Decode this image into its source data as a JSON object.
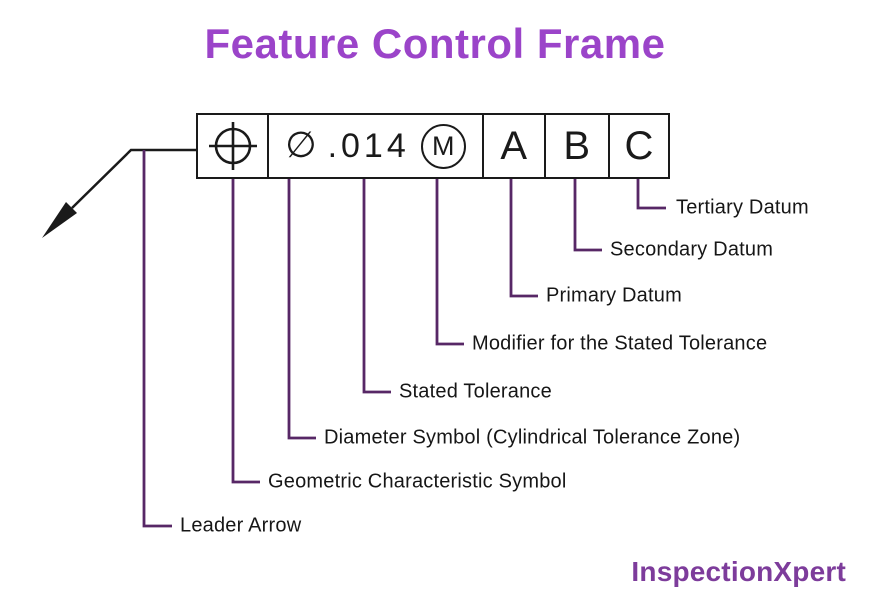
{
  "title": "Feature Control Frame",
  "frame": {
    "geometric_characteristic_symbol": "position-symbol",
    "diameter_symbol": "∅",
    "tolerance": ".014",
    "modifier": "M",
    "datums": [
      "A",
      "B",
      "C"
    ]
  },
  "callouts": [
    {
      "label": "Leader Arrow"
    },
    {
      "label": "Geometric Characteristic Symbol"
    },
    {
      "label": "Diameter Symbol (Cylindrical Tolerance Zone)"
    },
    {
      "label": "Stated Tolerance"
    },
    {
      "label": "Modifier for the Stated Tolerance"
    },
    {
      "label": "Primary Datum"
    },
    {
      "label": "Secondary Datum"
    },
    {
      "label": "Tertiary Datum"
    }
  ],
  "logo": {
    "text": "InspectionXpert"
  },
  "colors": {
    "title": "#9b44c9",
    "callout_line": "#572766",
    "diagram_ink": "#1a1a1a",
    "logo": "#7d3c9b",
    "background": "#ffffff"
  }
}
